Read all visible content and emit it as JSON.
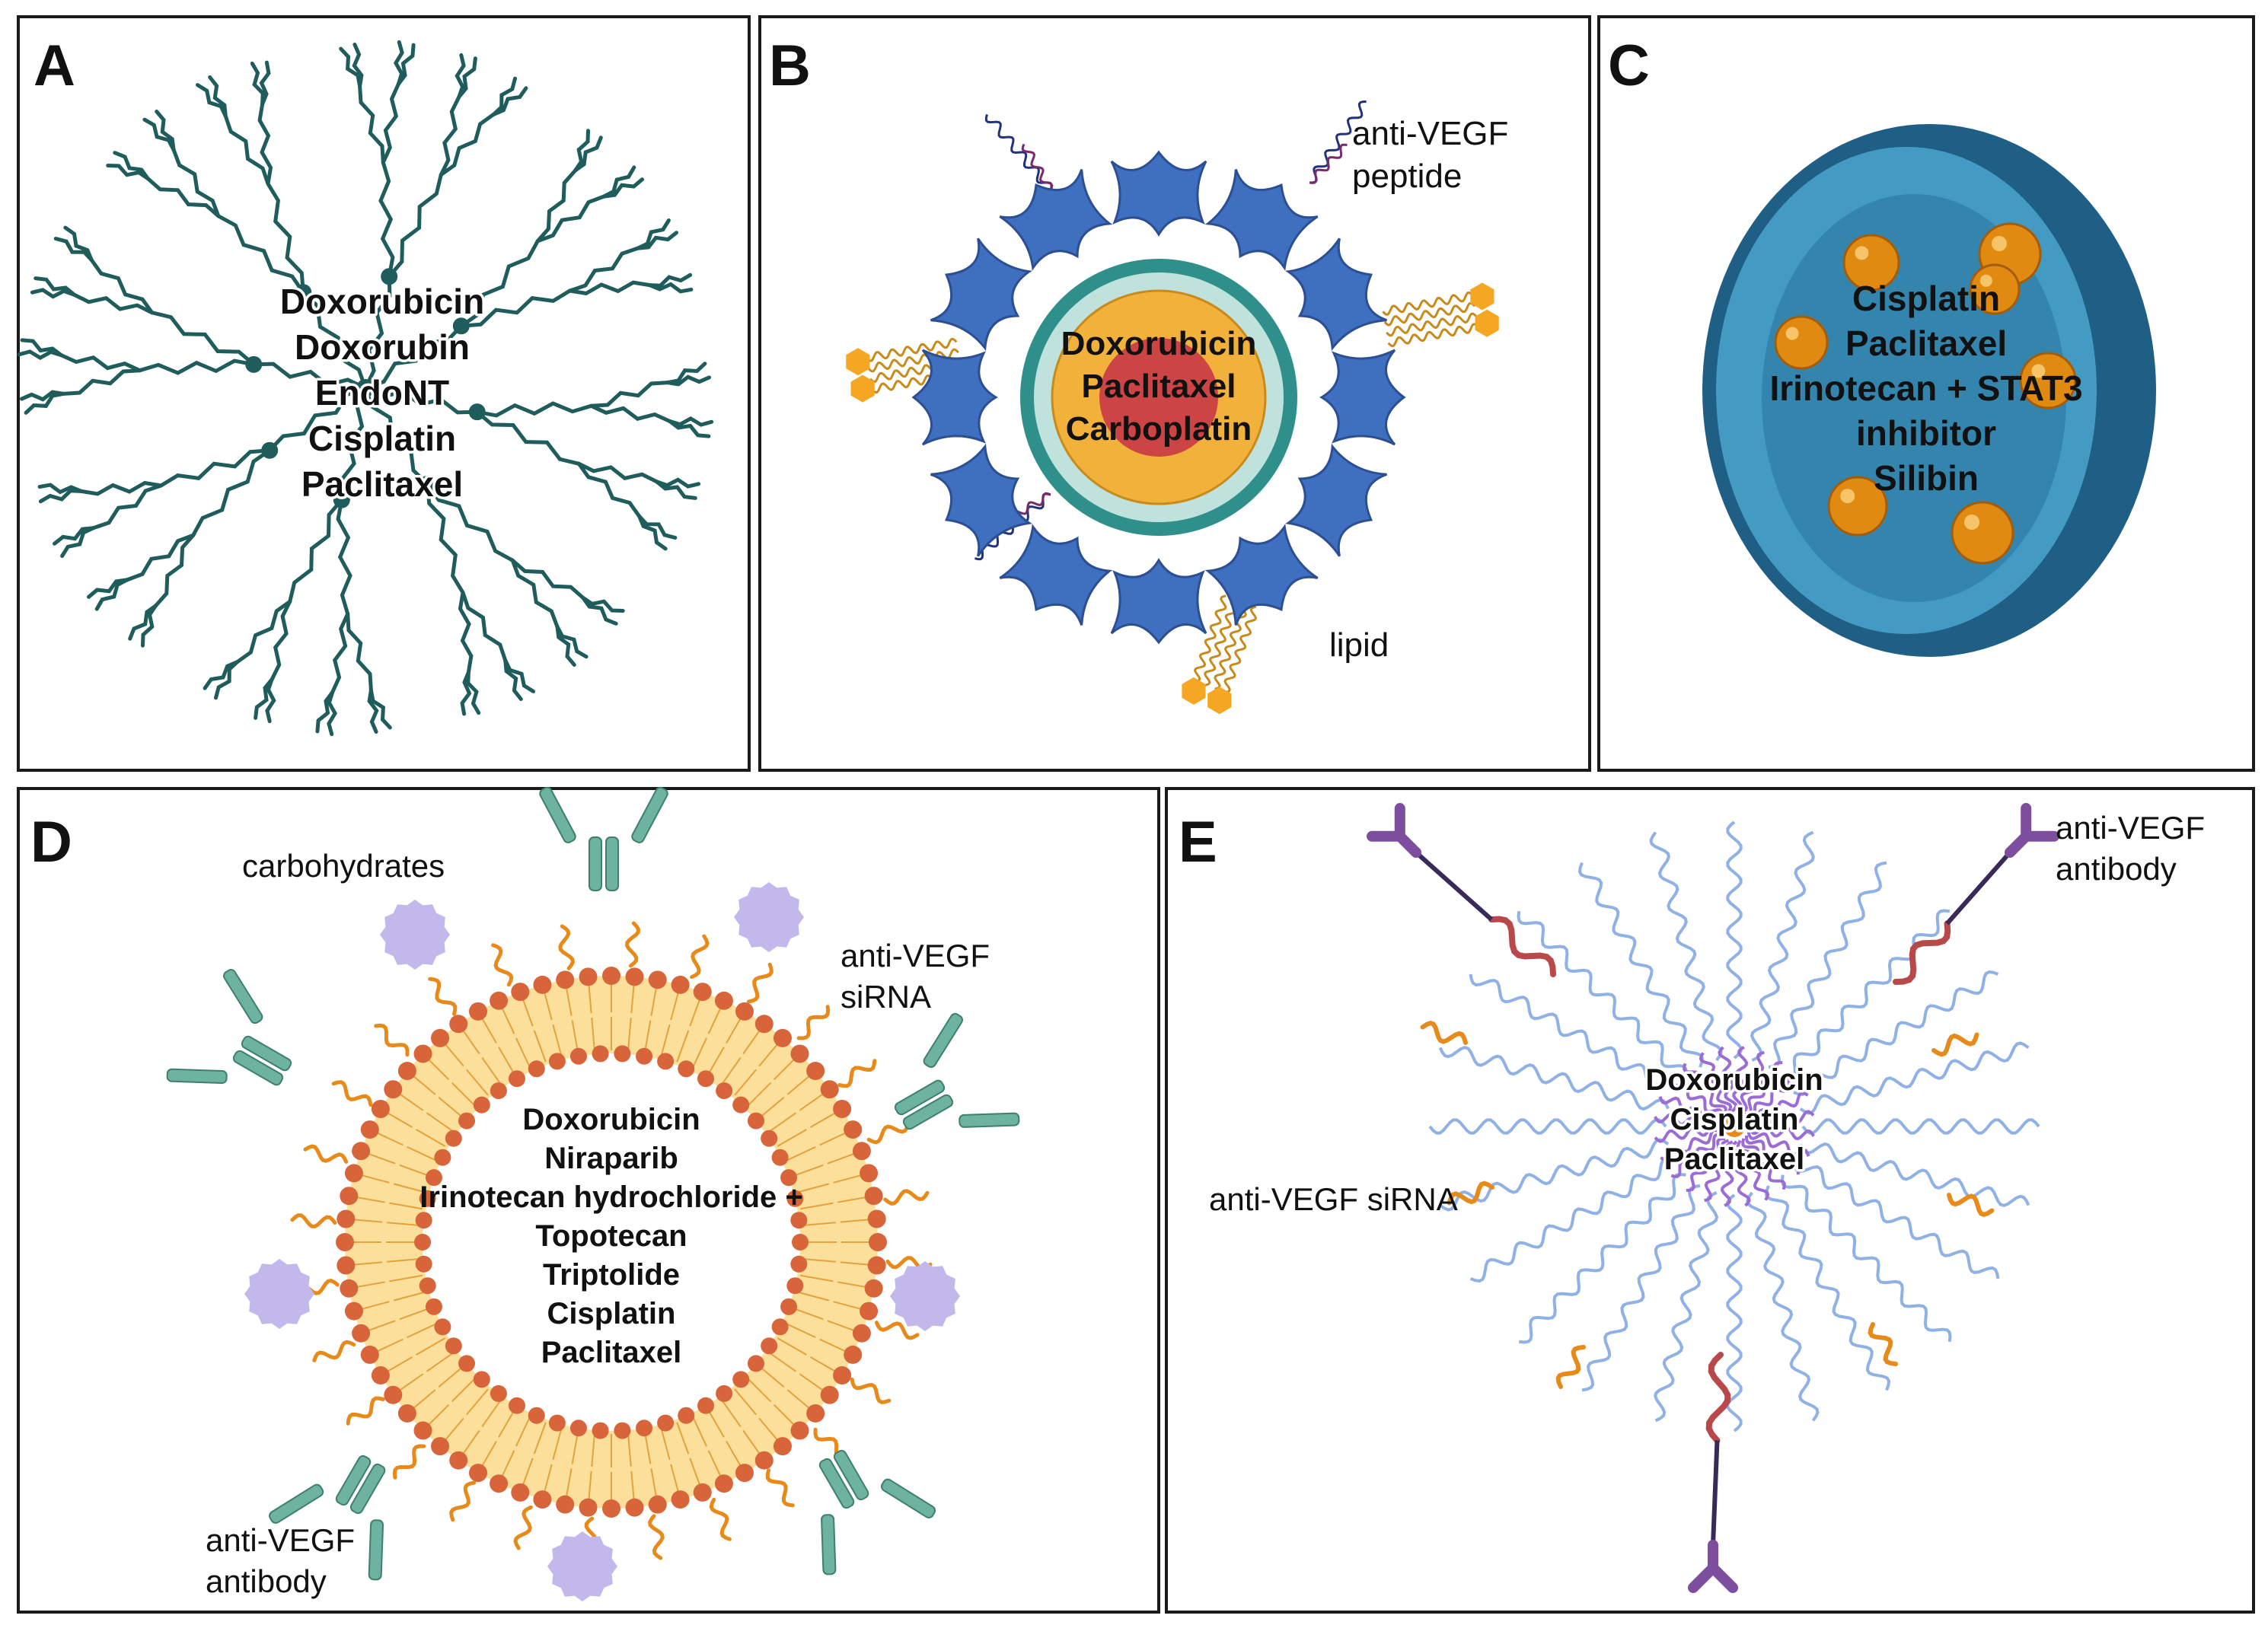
{
  "panels": {
    "A": {
      "letter": "A",
      "drugs": [
        "Doxorubicin",
        "Doxorubin",
        "EndoNT",
        "Cisplatin",
        "Paclitaxel"
      ]
    },
    "B": {
      "letter": "B",
      "drugs": [
        "Doxorubicin",
        "Paclitaxel",
        "Carboplatin"
      ],
      "label_peptide_line1": "anti-VEGF",
      "label_peptide_line2": "peptide",
      "label_lipid": "lipid"
    },
    "C": {
      "letter": "C",
      "drugs": [
        "Cisplatin",
        "Paclitaxel",
        "Irinotecan + STAT3",
        "inhibitor",
        "Silibin"
      ]
    },
    "D": {
      "letter": "D",
      "drugs": [
        "Doxorubicin",
        "Niraparib",
        "Irinotecan hydrochloride +",
        "Topotecan",
        "Triptolide",
        "Cisplatin",
        "Paclitaxel"
      ],
      "label_carbohydrates": "carbohydrates",
      "label_sirna_line1": "anti-VEGF",
      "label_sirna_line2": "siRNA",
      "label_antibody_line1": "anti-VEGF",
      "label_antibody_line2": "antibody"
    },
    "E": {
      "letter": "E",
      "drugs": [
        "Doxorubicin",
        "Cisplatin",
        "Paclitaxel"
      ],
      "label_antibody_line1": "anti-VEGF",
      "label_antibody_line2": "antibody",
      "label_sirna": "anti-VEGF siRNA"
    }
  },
  "colors": {
    "dendrimer": "#1f5c5c",
    "micelle_shell_blue": "#3f6fbf",
    "lipid_orange": "#f5a623",
    "core_red": "#cc4444",
    "shell_teal": "#2f8f8a",
    "sphere_outer": "#1f5f86",
    "sphere_inner": "#4aa6cf",
    "bead_orange": "#e08a12",
    "liposome_head": "#d8643a",
    "liposome_fill": "#fbdf9a",
    "antibody_green": "#6db3a0",
    "carb_purple": "#c3b8ec",
    "sirna_orange": "#e88a1a",
    "polymer_blue": "#8fb1e6",
    "polymer_purple": "#9b6bd6",
    "antibody_purple": "#7d4d9e",
    "linker_red": "#b8484a"
  }
}
